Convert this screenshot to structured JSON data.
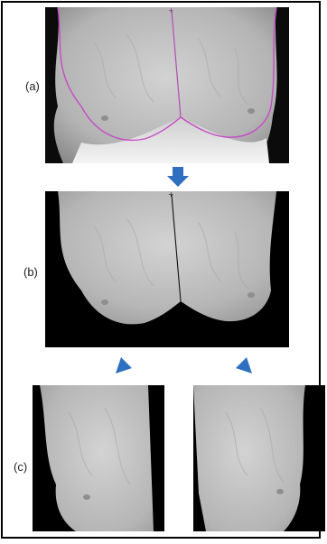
{
  "labels": {
    "a": "(a)",
    "b": "(b)",
    "c": "(c)"
  },
  "icons": {
    "step_arrow": "arrow-down-icon",
    "split_left": "arrow-down-left-icon",
    "split_right": "arrow-down-right-icon"
  },
  "colors": {
    "arrow": "#2f6fc0",
    "contour": "#c64bc8",
    "midline_a": "#b24bb6",
    "midline_b": "#111111",
    "background": "#000000",
    "tissue": "#b9b9b9"
  }
}
